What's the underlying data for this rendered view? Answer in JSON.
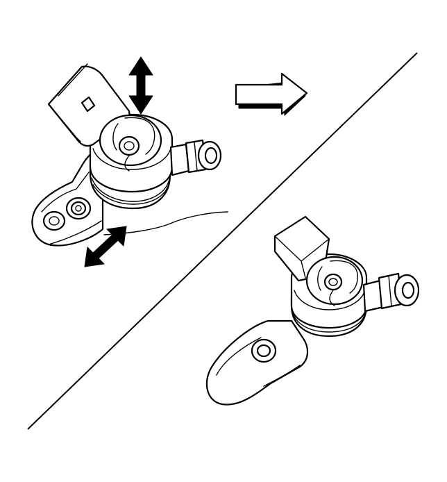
{
  "figure": {
    "background": "#ffffff",
    "line_color": "#000000",
    "icons": [
      "double-headed-arrow",
      "double-headed-arrow",
      "right-arrow"
    ]
  }
}
